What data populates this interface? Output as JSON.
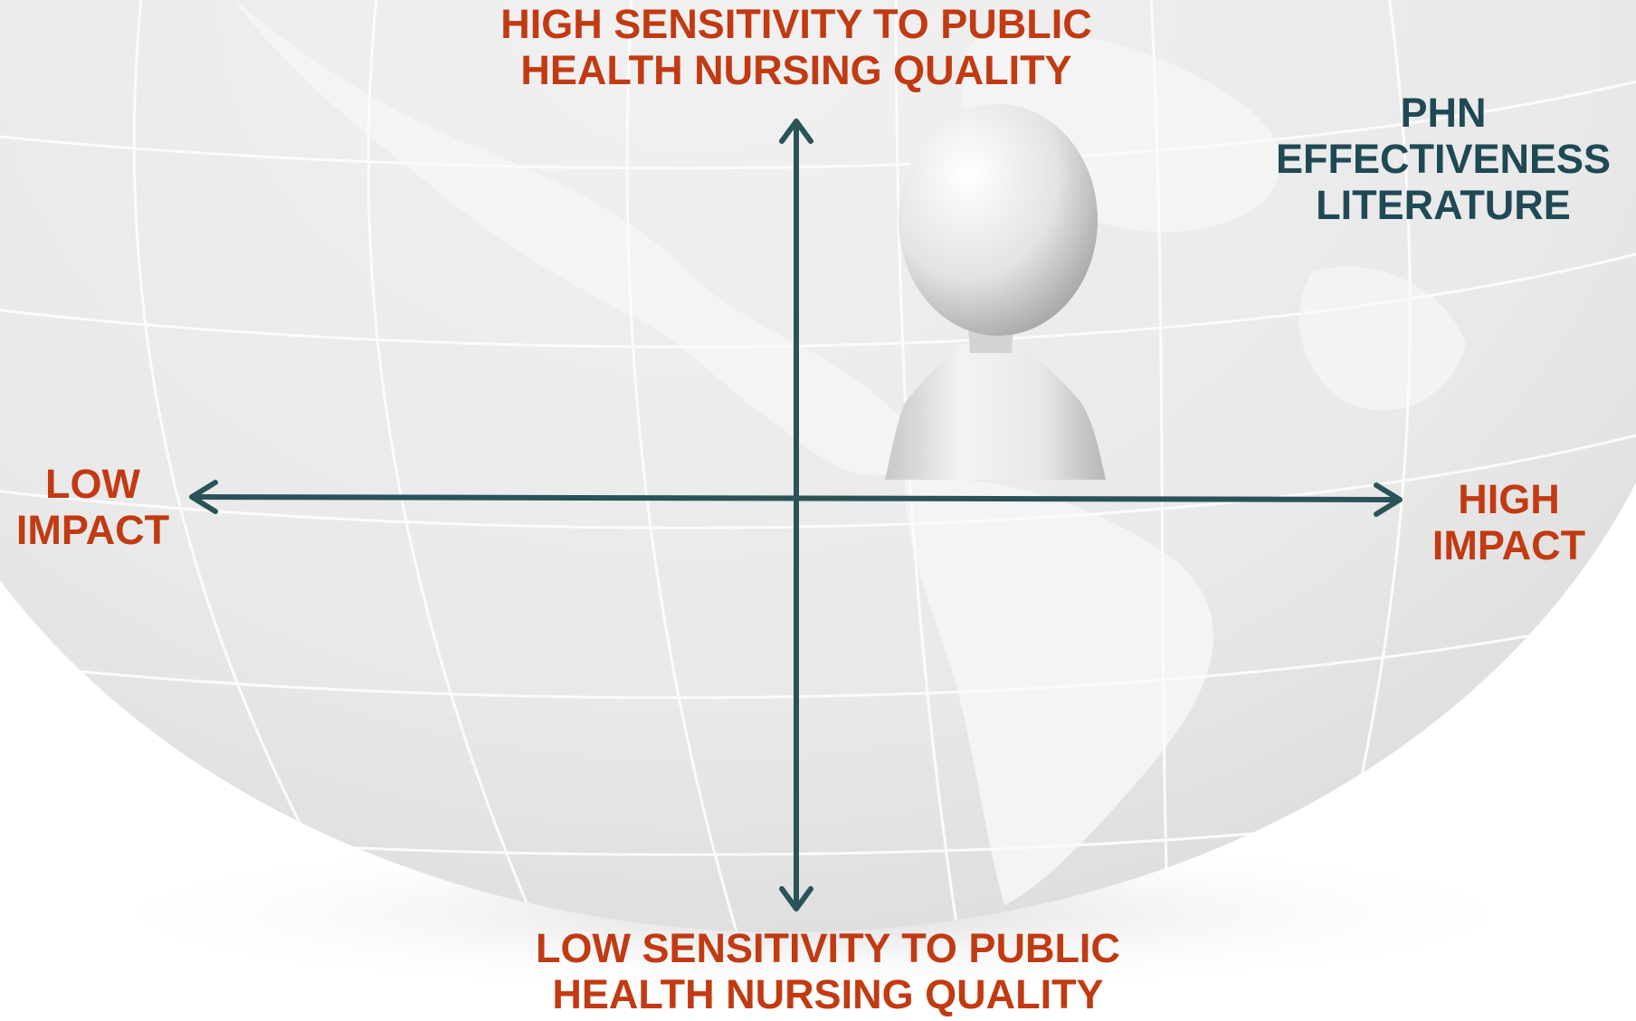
{
  "diagram": {
    "axis_labels": {
      "top": [
        "HIGH SENSITIVITY TO PUBLIC",
        "HEALTH NURSING QUALITY"
      ],
      "bottom": [
        "LOW SENSITIVITY TO PUBLIC",
        "HEALTH NURSING QUALITY"
      ],
      "left": [
        "LOW",
        "IMPACT"
      ],
      "right": [
        "HIGH",
        "IMPACT"
      ]
    },
    "quadrant_label": [
      "PHN",
      "EFFECTIVENESS",
      "LITERATURE"
    ],
    "colors": {
      "axis_label": "#c23a12",
      "quadrant_label": "#1f4a55",
      "axis_line": "#2a5358",
      "globe": "#ececec",
      "globe_grid": "#fafafa",
      "figure": "#e6e6e6"
    },
    "icons": [
      "globe-background",
      "figure-icon"
    ]
  }
}
